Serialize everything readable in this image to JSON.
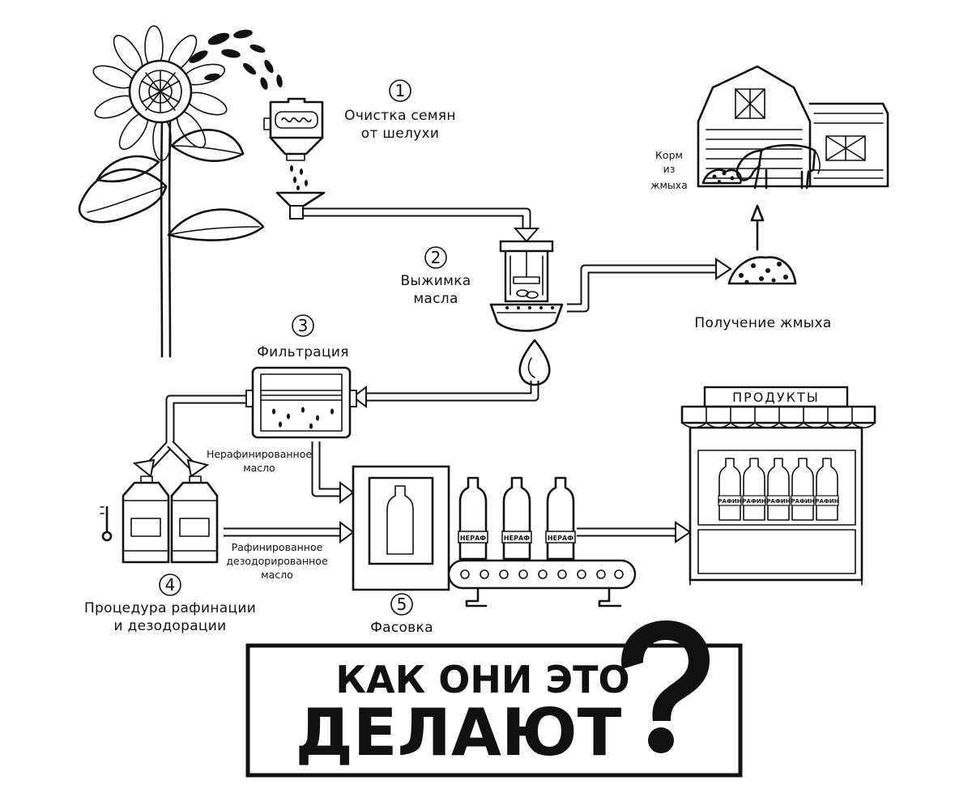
{
  "steps": {
    "s1": {
      "num": "1",
      "line1": "Очистка семян",
      "line2": "от шелухи"
    },
    "s2": {
      "num": "2",
      "line1": "Выжимка",
      "line2": "масла"
    },
    "s3": {
      "num": "3",
      "line1": "Фильтрация"
    },
    "s4": {
      "num": "4",
      "line1": "Процедура рафинации",
      "line2": "и дезодорации"
    },
    "s5": {
      "num": "5",
      "line1": "Фасовка"
    }
  },
  "labels": {
    "feed_line1": "Корм",
    "feed_line2": "из",
    "feed_line3": "жмыха",
    "cake": "Получение жмыха",
    "unrefined_line1": "Нерафинированное",
    "unrefined_line2": "масло",
    "refined_line1": "Рафинированное",
    "refined_line2": "дезодорированное",
    "refined_line3": "масло",
    "shop_sign": "ПРОДУКТЫ",
    "bottle_label": "НЕРАФ",
    "bottle_label_shop": "РАФИН"
  },
  "title": {
    "line1": "КАК ОНИ ЭТО",
    "line2": "ДЕЛАЮТ"
  },
  "icons": [
    "sunflower-icon",
    "seed-cleaner-icon",
    "funnel-icon",
    "oil-press-icon",
    "oil-drop-icon",
    "filter-tank-icon",
    "bottle-icon",
    "canister-icon",
    "thermometer-icon",
    "conveyor-icon",
    "shop-stall-icon",
    "barn-icon",
    "cow-icon",
    "oilcake-pile-icon",
    "question-mark-icon"
  ],
  "colors": {
    "ink": "#111111",
    "background": "#ffffff"
  }
}
